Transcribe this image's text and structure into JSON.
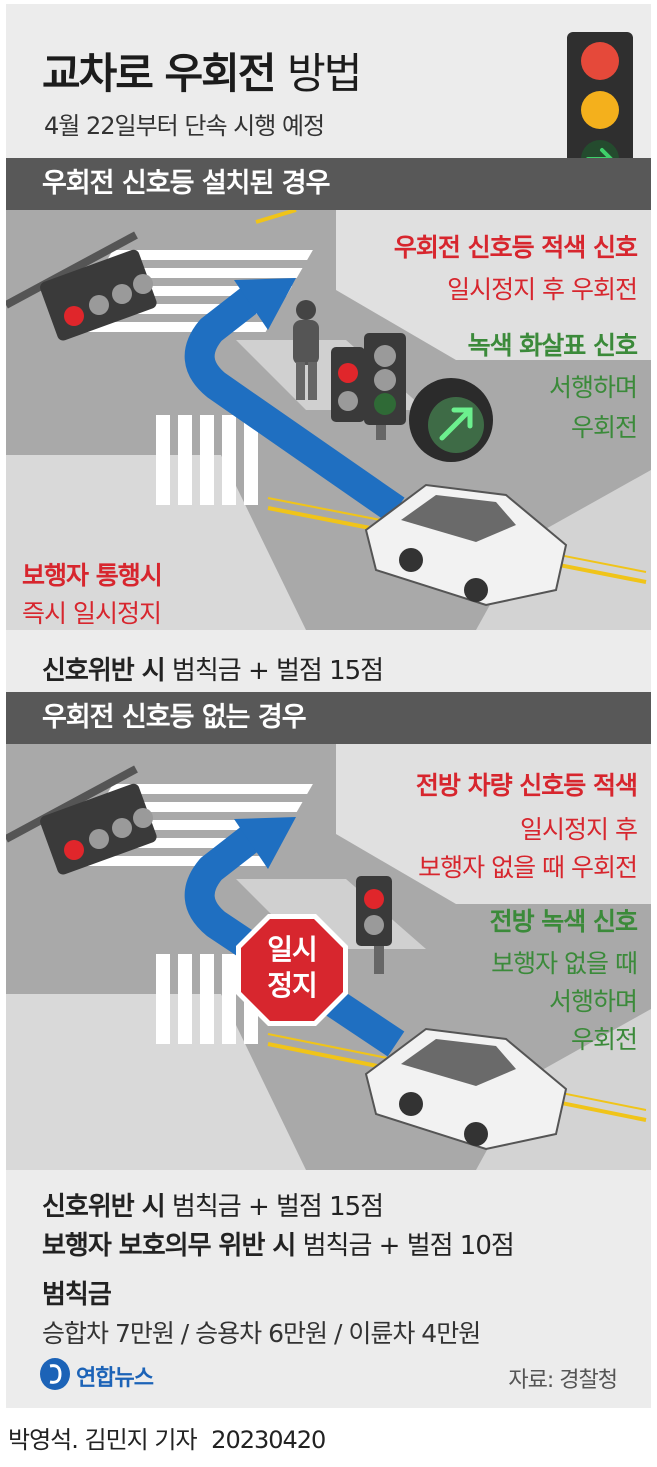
{
  "header": {
    "title_bold": "교차로 우회전",
    "title_light": "방법",
    "subtitle": "4월 22일부터 단속 시행 예정"
  },
  "section1": {
    "heading": "우회전 신호등 설치된 경우",
    "red_signal_title": "우회전 신호등 적색 신호",
    "red_signal_desc": "일시정지 후 우회전",
    "green_arrow_title": "녹색 화살표 신호",
    "green_arrow_desc_1": "서행하며",
    "green_arrow_desc_2": "우회전",
    "pedestrian_title": "보행자 통행시",
    "pedestrian_desc": "즉시 일시정지",
    "penalty_bold": "신호위반 시",
    "penalty_rest": "범칙금 + 벌점 15점"
  },
  "section2": {
    "heading": "우회전 신호등 없는 경우",
    "stop_sign_line1": "일시",
    "stop_sign_line2": "정지",
    "front_red_title": "전방 차량 신호등 적색",
    "front_red_desc_1": "일시정지 후",
    "front_red_desc_2": "보행자 없을 때 우회전",
    "front_green_title": "전방 녹색 신호",
    "front_green_desc_1": "보행자 없을 때",
    "front_green_desc_2": "서행하며",
    "front_green_desc_3": "우회전",
    "penalty1_bold": "신호위반 시",
    "penalty1_rest": "범칙금 + 벌점 15점",
    "penalty2_bold": "보행자 보호의무 위반 시",
    "penalty2_rest": "범칙금 + 벌점 10점",
    "fine_title": "범칙금",
    "fine_detail": "승합차 7만원 / 승용차 6만원 / 이륜차 4만원"
  },
  "footer": {
    "logo_text": "연합뉴스",
    "source": "자료: 경찰청",
    "credit": "박영석. 김민지 기자",
    "date": "20230420"
  },
  "colors": {
    "red": "#d7262e",
    "green": "#3b8a3a",
    "bar": "#585858",
    "arrow_blue": "#1f6fc1",
    "background": "#ececec"
  },
  "icons": [
    "traffic-light-icon",
    "right-arrow-icon",
    "stop-sign-icon",
    "car-icon",
    "pedestrian-icon",
    "yonhap-logo-icon"
  ]
}
